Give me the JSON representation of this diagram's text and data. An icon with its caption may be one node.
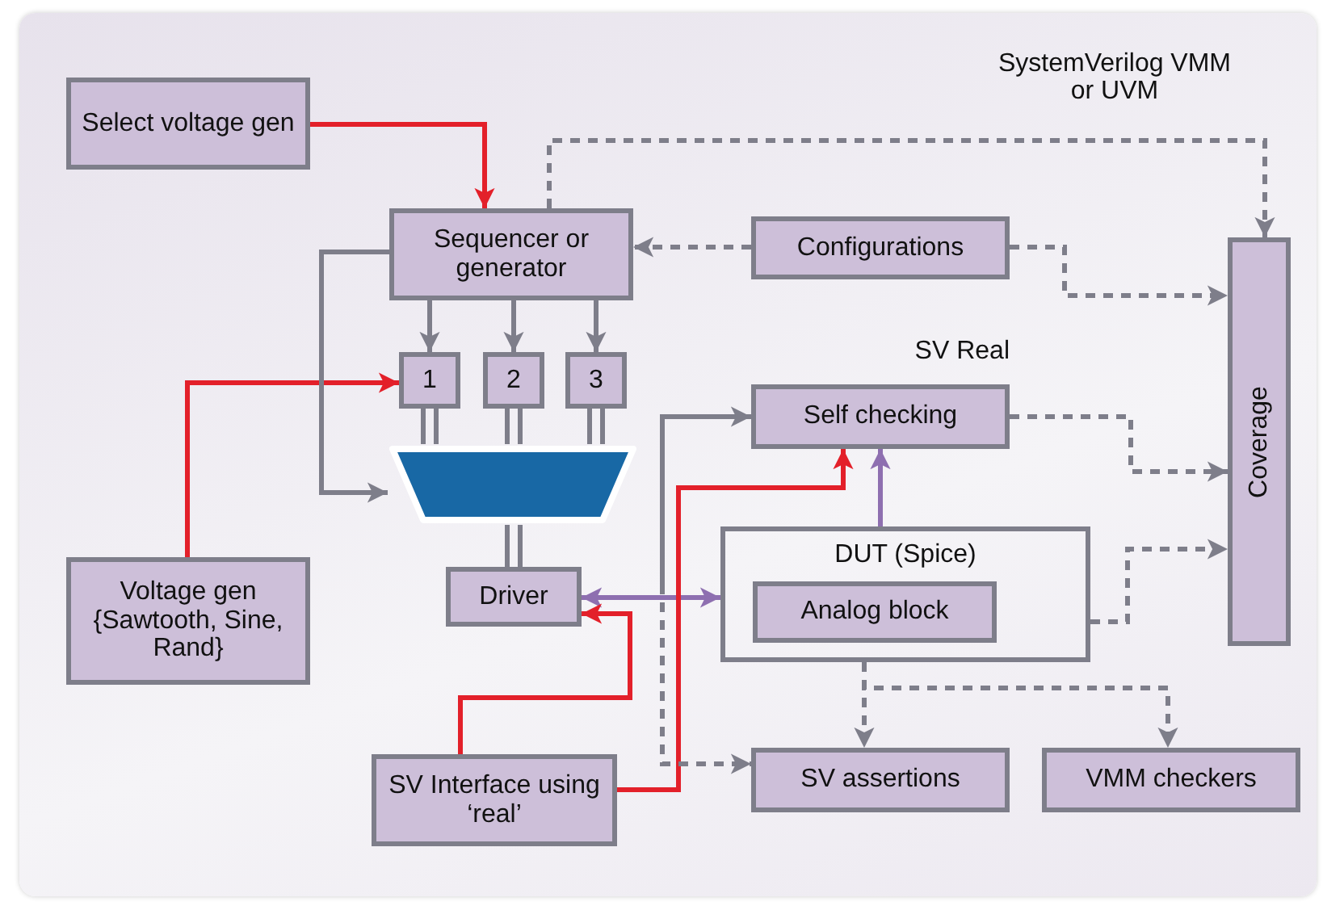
{
  "diagram": {
    "nodes": [
      {
        "text": [
          "Select voltage gen"
        ]
      },
      {
        "text": [
          "Sequencer or generator"
        ]
      },
      {
        "text": [
          "Configurations"
        ]
      },
      {
        "text": [
          "Coverage"
        ]
      },
      {
        "text": [
          "1"
        ]
      },
      {
        "text": [
          "2"
        ]
      },
      {
        "text": [
          "3"
        ]
      },
      {
        "text": [],
        "shape": "trapezoid"
      },
      {
        "text": [
          "Self checking"
        ],
        "beside": [
          "SV Real"
        ]
      },
      {
        "text": [
          "Voltage gen {Sawtooth, Sine, Rand}"
        ]
      },
      {
        "text": [
          "Driver"
        ]
      },
      {
        "text": [
          "DUT (Spice)"
        ]
      },
      {
        "text": [
          "Analog block"
        ],
        "in": 11
      },
      {
        "text": [
          "SV Interface using ‘real’"
        ]
      },
      {
        "text": [
          "SV assertions"
        ]
      },
      {
        "text": [
          "VMM checkers"
        ]
      }
    ],
    "edges": [
      {
        "from": 0,
        "to": 1,
        "arrow": "to",
        "color": "#e3202a"
      },
      {
        "from": 1,
        "to": 3,
        "arrow": "to",
        "style": "dashed"
      },
      {
        "from": 2,
        "to": 1,
        "arrow": "to",
        "style": "dashed"
      },
      {
        "from": 2,
        "to": 3,
        "arrow": "to",
        "style": "dashed"
      },
      {
        "from": 1,
        "to": 4,
        "arrow": "to"
      },
      {
        "from": 1,
        "to": 5,
        "arrow": "to"
      },
      {
        "from": 1,
        "to": 6,
        "arrow": "to"
      },
      {
        "from": 9,
        "to": 4,
        "arrow": "to",
        "color": "#e3202a"
      },
      {
        "from": 1,
        "to": 7,
        "arrow": "to"
      },
      {
        "from": 4,
        "to": 7,
        "arrow": "none"
      },
      {
        "from": 5,
        "to": 7,
        "arrow": "none"
      },
      {
        "from": 6,
        "to": 7,
        "arrow": "none"
      },
      {
        "from": 7,
        "to": 10,
        "arrow": "none"
      },
      {
        "from": 10,
        "to": 11,
        "arrow": "both",
        "color": "#8e6fb0"
      },
      {
        "from": 11,
        "to": 8,
        "arrow": "to",
        "color": "#8e6fb0"
      },
      {
        "from": 13,
        "to": 10,
        "arrow": "to",
        "color": "#e3202a"
      },
      {
        "from": 13,
        "to": 8,
        "arrow": "to",
        "color": "#e3202a"
      },
      {
        "from": null,
        "to": 8,
        "arrow": "to"
      },
      {
        "from": null,
        "to": 14,
        "arrow": "to",
        "style": "dashed"
      },
      {
        "from": 8,
        "to": 3,
        "arrow": "to",
        "style": "dashed"
      },
      {
        "from": 11,
        "to": 3,
        "arrow": "to",
        "style": "dashed"
      },
      {
        "from": 11,
        "to": 14,
        "arrow": "to",
        "style": "dashed"
      },
      {
        "from": 11,
        "to": 15,
        "arrow": "to",
        "style": "dashed"
      }
    ],
    "labels": [
      "SystemVerilog VMM or UVM"
    ]
  }
}
